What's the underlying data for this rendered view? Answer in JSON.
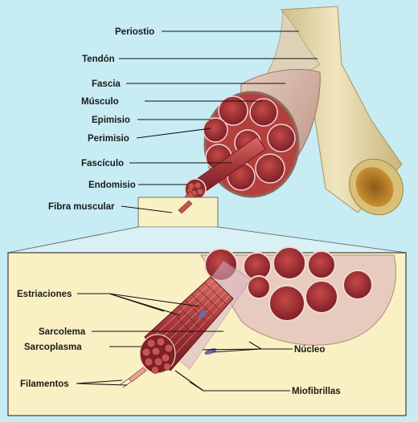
{
  "diagram": {
    "top_labels": {
      "periostio": "Periostio",
      "tendon": "Tendón",
      "fascia": "Fascia",
      "musculo": "Músculo",
      "epimisio": "Epimisio",
      "perimisio": "Perimisio",
      "fasciculo": "Fascículo",
      "endomisio": "Endomisio",
      "fibra_muscular": "Fibra muscular"
    },
    "detail_labels": {
      "estriaciones": "Estriaciones",
      "sarcolema": "Sarcolema",
      "sarcoplasma": "Sarcoplasma",
      "filamentos": "Filamentos",
      "nucleo": "Núcleo",
      "miofibrillas": "Miofibrillas"
    }
  },
  "colors": {
    "background": "#c7ecf4",
    "detail_panel": "#f9f1c4",
    "muscle_red": "#a8343b",
    "muscle_dark": "#6e1a22",
    "muscle_light": "#d97a72",
    "sheath": "#d9b7a9",
    "bone": "#e8d9a6",
    "marrow": "#c9902a"
  }
}
